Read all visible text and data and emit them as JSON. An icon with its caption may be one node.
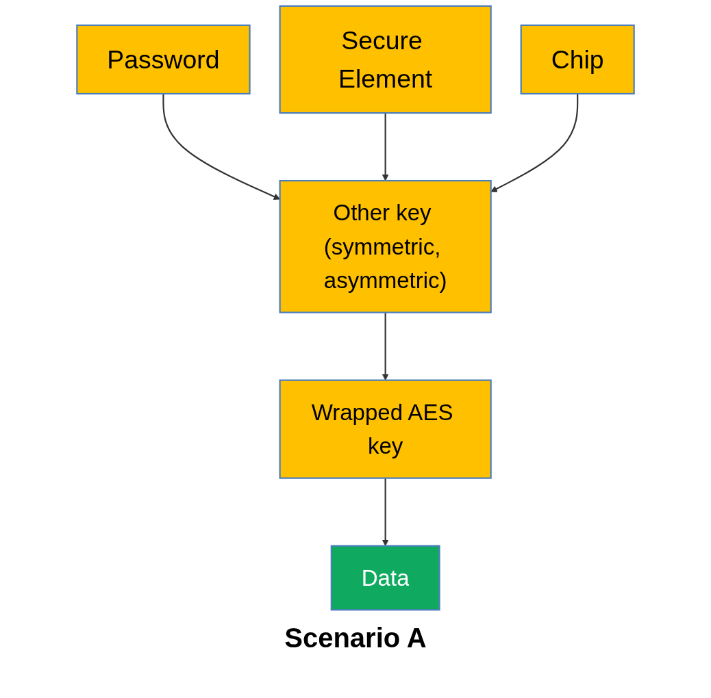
{
  "diagram": {
    "caption": "Scenario A",
    "nodes": [
      {
        "text": [
          "Password"
        ]
      },
      {
        "text": [
          "Secure Element"
        ]
      },
      {
        "text": [
          "Chip"
        ]
      },
      {
        "text": [
          "Other key (symmetric, asymmetric)"
        ]
      },
      {
        "text": [
          "Wrapped AES key"
        ]
      },
      {
        "text": [
          "Data"
        ]
      }
    ],
    "edges": [
      {
        "from": 0,
        "to": 3,
        "arrow": "to"
      },
      {
        "from": 1,
        "to": 3,
        "arrow": "to"
      },
      {
        "from": 2,
        "to": 3,
        "arrow": "to"
      },
      {
        "from": 3,
        "to": 4,
        "arrow": "to"
      },
      {
        "from": 4,
        "to": 5,
        "arrow": "to"
      }
    ]
  }
}
